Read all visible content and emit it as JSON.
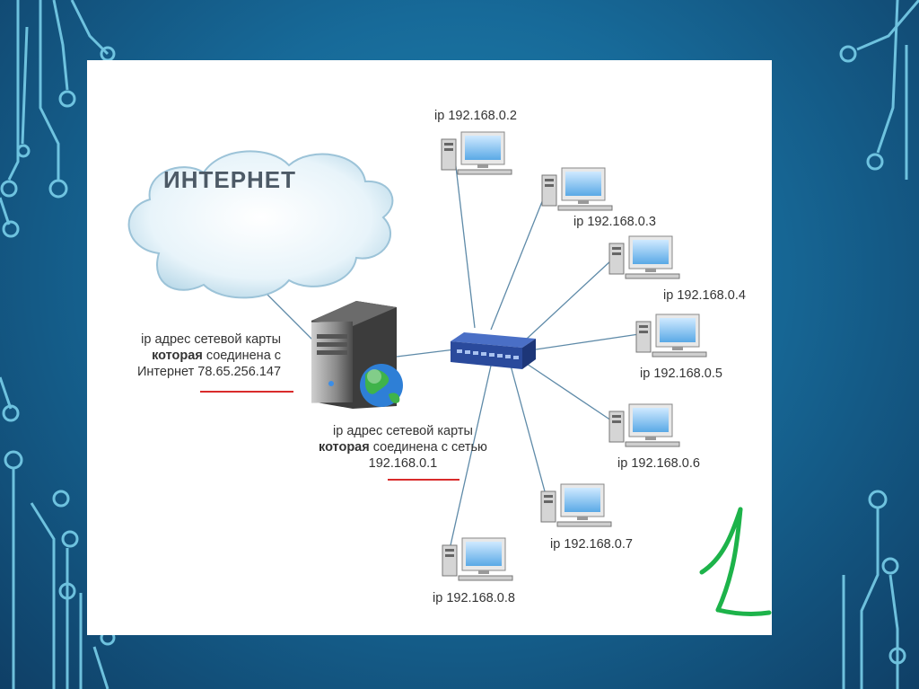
{
  "cloud": {
    "label": "ИНТЕРНЕТ"
  },
  "server_label": {
    "line1": "ip адрес сетевой карты",
    "line2_bold": "которая",
    "line2_rest": " соединена с",
    "line3": "Интернет 78.65.256.147"
  },
  "lan_label": {
    "line1": "ip адрес сетевой карты",
    "line2_bold": "которая",
    "line2_rest": " соединена с сетью",
    "line3": "192.168.0.1"
  },
  "computers": [
    {
      "ip": "ip 192.168.0.2"
    },
    {
      "ip": "ip 192.168.0.3"
    },
    {
      "ip": "ip 192.168.0.4"
    },
    {
      "ip": "ip 192.168.0.5"
    },
    {
      "ip": "ip 192.168.0.6"
    },
    {
      "ip": "ip 192.168.0.7"
    },
    {
      "ip": "ip 192.168.0.8"
    }
  ],
  "handwritten_mark": "1",
  "colors": {
    "background": "#176a99",
    "circuit": "#7fd6f0",
    "underline": "#d92b2b",
    "mark": "#1db34a",
    "switch": "#2a4a9c"
  }
}
